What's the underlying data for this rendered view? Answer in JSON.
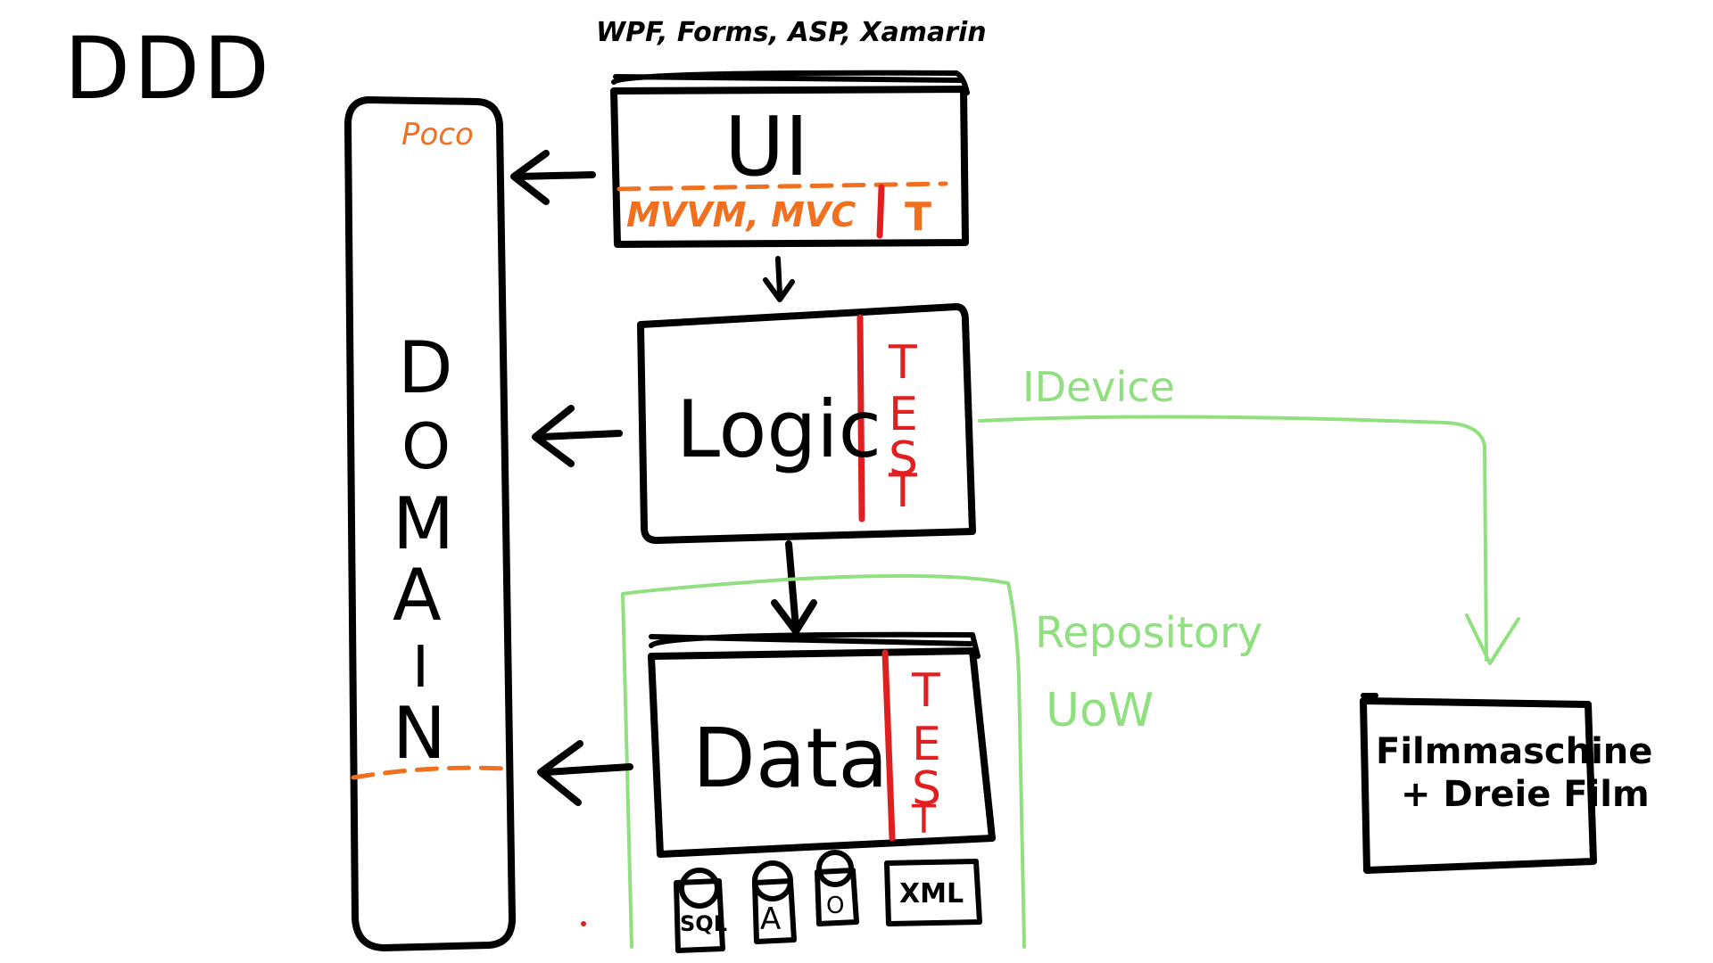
{
  "colors": {
    "ink": "#000000",
    "test_red": "#e02020",
    "pattern_orange": "#f07020",
    "green": "#90e080"
  },
  "title": "DDD",
  "domain": {
    "label_letters": [
      "D",
      "O",
      "M",
      "A",
      "I",
      "N"
    ],
    "poco_label": "Poco"
  },
  "ui_layer": {
    "technologies": "WPF, Forms, ASP, Xamarin",
    "label": "UI",
    "patterns": "MVVM, MVC",
    "test_label": "T"
  },
  "logic_layer": {
    "label": "Logic",
    "test_letters": [
      "T",
      "E",
      "S",
      "T"
    ]
  },
  "data_layer": {
    "label": "Data",
    "test_letters": [
      "T",
      "E",
      "S",
      "T"
    ],
    "stores": [
      "SQL",
      "A",
      "O",
      "XML"
    ]
  },
  "repository_group": {
    "label": "Repository",
    "uow_label": "UoW"
  },
  "device": {
    "interface_label": "IDevice",
    "target_line1": "Filmmaschine",
    "target_line2": "+ Dreie Film"
  }
}
